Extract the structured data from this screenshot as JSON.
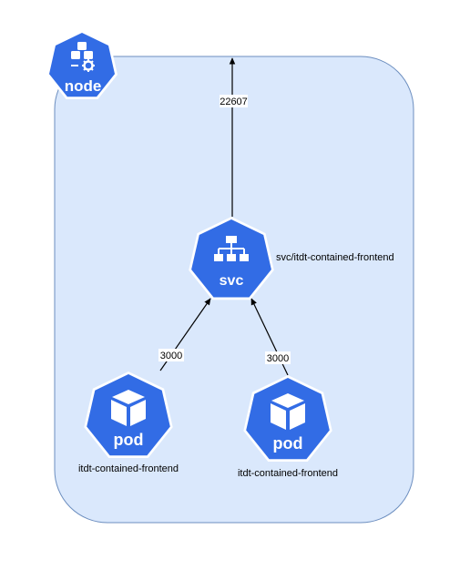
{
  "node": {
    "label": "node"
  },
  "service": {
    "icon_text": "svc",
    "name": "svc/itdt-contained-frontend",
    "external_port": "22607"
  },
  "pods": [
    {
      "icon_text": "pod",
      "name": "itdt-contained-frontend",
      "port": "3000"
    },
    {
      "icon_text": "pod",
      "name": "itdt-contained-frontend",
      "port": "3000"
    }
  ],
  "colors": {
    "k8s_blue": "#326ce5",
    "node_fill": "#dae8fc",
    "node_border": "#6c8ebf",
    "white": "#ffffff"
  },
  "icons": {
    "node": "cube-cluster-gear-icon",
    "service": "network-hierarchy-icon",
    "pod": "cube-icon"
  }
}
